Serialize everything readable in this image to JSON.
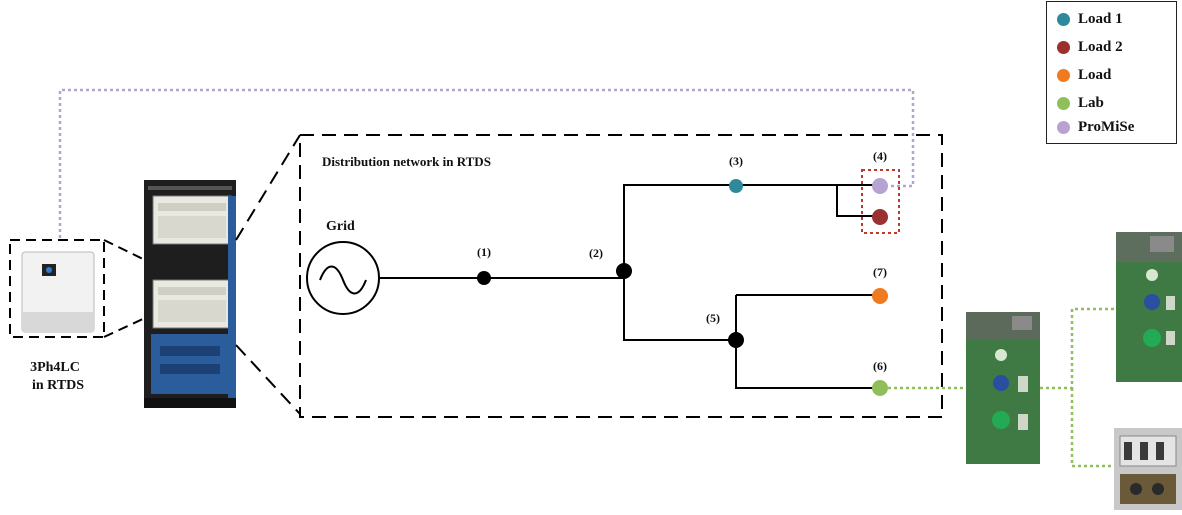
{
  "legend": {
    "items": [
      {
        "label": "Load 1",
        "color": "#2e8a9a"
      },
      {
        "label": "Load 2",
        "color": "#9a3030"
      },
      {
        "label": "Load",
        "color": "#f07a20"
      },
      {
        "label": "Lab",
        "color": "#8fbf5a"
      },
      {
        "label": "ProMiSe",
        "color": "#b7a3d2"
      }
    ]
  },
  "diagram": {
    "network_title": "Distribution network in RTDS",
    "grid_label": "Grid",
    "device_label_line1": "3Ph4LC",
    "device_label_line2": "in RTDS",
    "nodes": {
      "n1": "(1)",
      "n2": "(2)",
      "n3": "(3)",
      "n4": "(4)",
      "n5": "(5)",
      "n6": "(6)",
      "n7": "(7)"
    }
  },
  "colors": {
    "line": "#000000",
    "promise_link": "#b7a3d2",
    "lab_link": "#8fbf5a",
    "highlight_box": "#c0392b",
    "cabinet_blue": "#2b5d9c"
  }
}
